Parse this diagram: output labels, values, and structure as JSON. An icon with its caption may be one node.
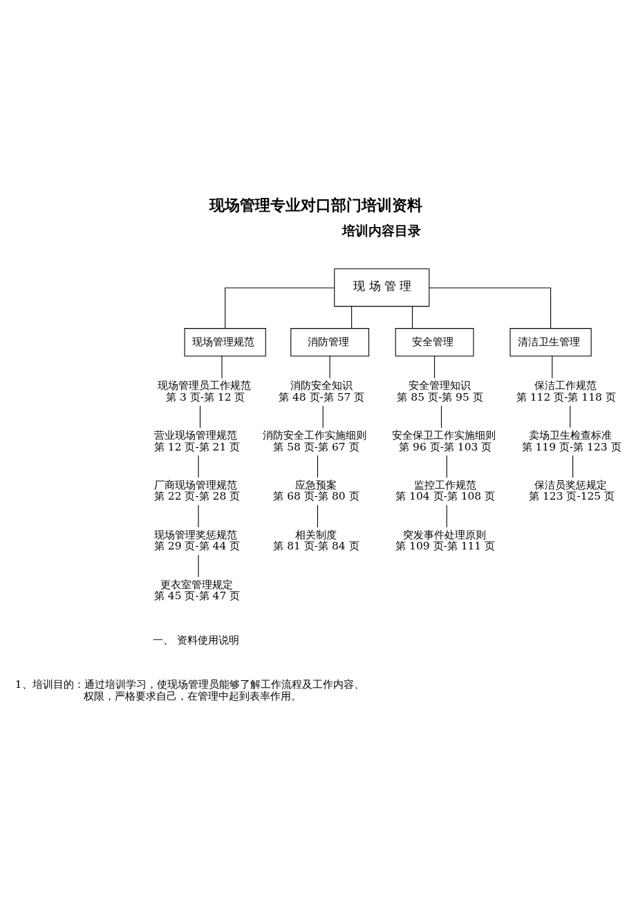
{
  "diagram": {
    "title": "现场管理专业对口部门培训资料",
    "nodes": [
      {
        "text": [
          "现 场 管 理"
        ]
      },
      {
        "text": [
          "现场管理规范"
        ]
      },
      {
        "text": [
          "消防管理"
        ]
      },
      {
        "text": [
          "安全管理"
        ]
      },
      {
        "text": [
          "清洁卫生管理"
        ]
      },
      {
        "text": [
          "现场管理员工作规范",
          "第 3 页-第 12 页"
        ]
      },
      {
        "text": [
          "消防安全知识",
          "第 48 页-第 57 页"
        ]
      },
      {
        "text": [
          "安全管理知识",
          "第 85 页-第 95 页"
        ]
      },
      {
        "text": [
          "保洁工作规范",
          "第 112 页-第 118 页"
        ]
      },
      {
        "text": [
          "营业现场管理规范",
          "第 12 页-第 21 页"
        ]
      },
      {
        "text": [
          "消防安全工作实施细则",
          "第 58 页-第 67 页"
        ]
      },
      {
        "text": [
          "安全保卫工作实施细则",
          "第 96 页-第 103 页"
        ]
      },
      {
        "text": [
          "卖场卫生检查标准",
          "第 119 页-第 123 页"
        ]
      },
      {
        "text": [
          "厂商现场管理规范",
          "第 22 页-第 28 页"
        ]
      },
      {
        "text": [
          "应急预案",
          "第 68 页-第 80 页"
        ]
      },
      {
        "text": [
          "监控工作规范",
          "第 104 页-第 108 页"
        ]
      },
      {
        "text": [
          "保洁员奖惩规定",
          "第 123 页-125 页"
        ]
      },
      {
        "text": [
          "现场管理奖惩规范",
          "第 29 页-第 44 页"
        ]
      },
      {
        "text": [
          "相关制度",
          "第 81 页-第 84 页"
        ]
      },
      {
        "text": [
          "突发事件处理原则",
          "第 109 页-第 111 页"
        ]
      },
      {
        "text": [
          "更衣室管理规定",
          "第 45 页-第 47 页"
        ]
      }
    ],
    "edges": [
      {
        "from": 0,
        "to": 1,
        "arrow": "none"
      },
      {
        "from": 0,
        "to": 2,
        "arrow": "none"
      },
      {
        "from": 0,
        "to": 3,
        "arrow": "none"
      },
      {
        "from": 0,
        "to": 4,
        "arrow": "none"
      },
      {
        "from": 1,
        "to": 5,
        "arrow": "none"
      },
      {
        "from": 5,
        "to": 9,
        "arrow": "none"
      },
      {
        "from": 9,
        "to": 13,
        "arrow": "none"
      },
      {
        "from": 13,
        "to": 17,
        "arrow": "none"
      },
      {
        "from": 17,
        "to": 20,
        "arrow": "none"
      },
      {
        "from": 2,
        "to": 6,
        "arrow": "none"
      },
      {
        "from": 6,
        "to": 10,
        "arrow": "none"
      },
      {
        "from": 10,
        "to": 14,
        "arrow": "none"
      },
      {
        "from": 14,
        "to": 18,
        "arrow": "none"
      },
      {
        "from": 3,
        "to": 7,
        "arrow": "none"
      },
      {
        "from": 7,
        "to": 11,
        "arrow": "none"
      },
      {
        "from": 11,
        "to": 15,
        "arrow": "none"
      },
      {
        "from": 15,
        "to": 19,
        "arrow": "none"
      },
      {
        "from": 4,
        "to": 8,
        "arrow": "none"
      },
      {
        "from": 8,
        "to": 12,
        "arrow": "none"
      },
      {
        "from": 12,
        "to": 16,
        "arrow": "none"
      }
    ],
    "labels": [
      "培训内容目录",
      "一、 资料使用说明",
      "1、培训目的：通过培训学习，使现场管理员能够了解工作流程及工作内容、权限，严格要求自己，在管理中起到表率作用。"
    ]
  }
}
